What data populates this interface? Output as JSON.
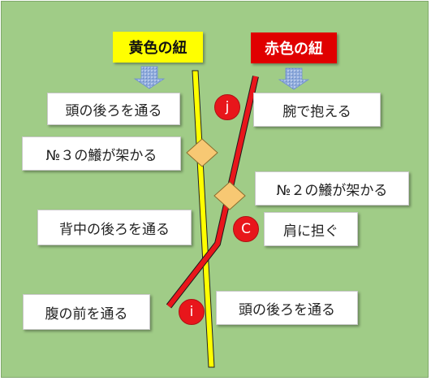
{
  "titles": {
    "yellow": "黄色の紐",
    "red": "赤色の紐"
  },
  "labels": {
    "head_back_top": "頭の後ろを通る",
    "hold_arm": "腕で抱える",
    "no3": "№３の鱶が架かる",
    "no2": "№２の鱶が架かる",
    "back_behind": "背中の後ろを通る",
    "shoulder": "肩に担ぐ",
    "belly_front": "腹の前を通る",
    "head_back_bottom": "頭の後ろを通る"
  },
  "markers": {
    "j": "j",
    "c": "C",
    "i": "i"
  },
  "colors": {
    "background": "#a0cc87",
    "yellow_cord": "#ffff00",
    "red_cord": "#e8161b",
    "diamond": "#f7c873",
    "arrow": "#8eaadb"
  }
}
